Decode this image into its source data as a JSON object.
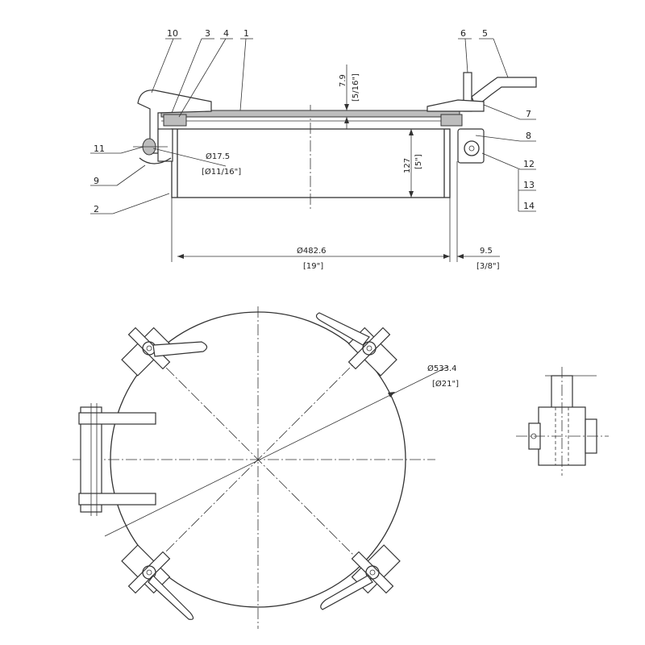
{
  "part_labels": [
    "10",
    "3",
    "4",
    "1",
    "6",
    "5",
    "7",
    "8",
    "11",
    "9",
    "2",
    "12",
    "13",
    "14"
  ],
  "dimensions": {
    "lid_thickness": "7.9",
    "lid_thickness_in": "[5/16\"]",
    "pin_dia": "Ø17.5",
    "pin_dia_in": "[Ø11/16\"]",
    "height": "127",
    "height_in": "[5\"]",
    "body_dia": "Ø482.6",
    "body_dia_in": "[19\"]",
    "wall": "9.5",
    "wall_in": "[3/8\"]",
    "bolt_circle": "Ø533.4",
    "bolt_circle_in": "[Ø21\"]"
  },
  "colors": {
    "line": "#333333",
    "hatch": "#bdbdbd"
  }
}
